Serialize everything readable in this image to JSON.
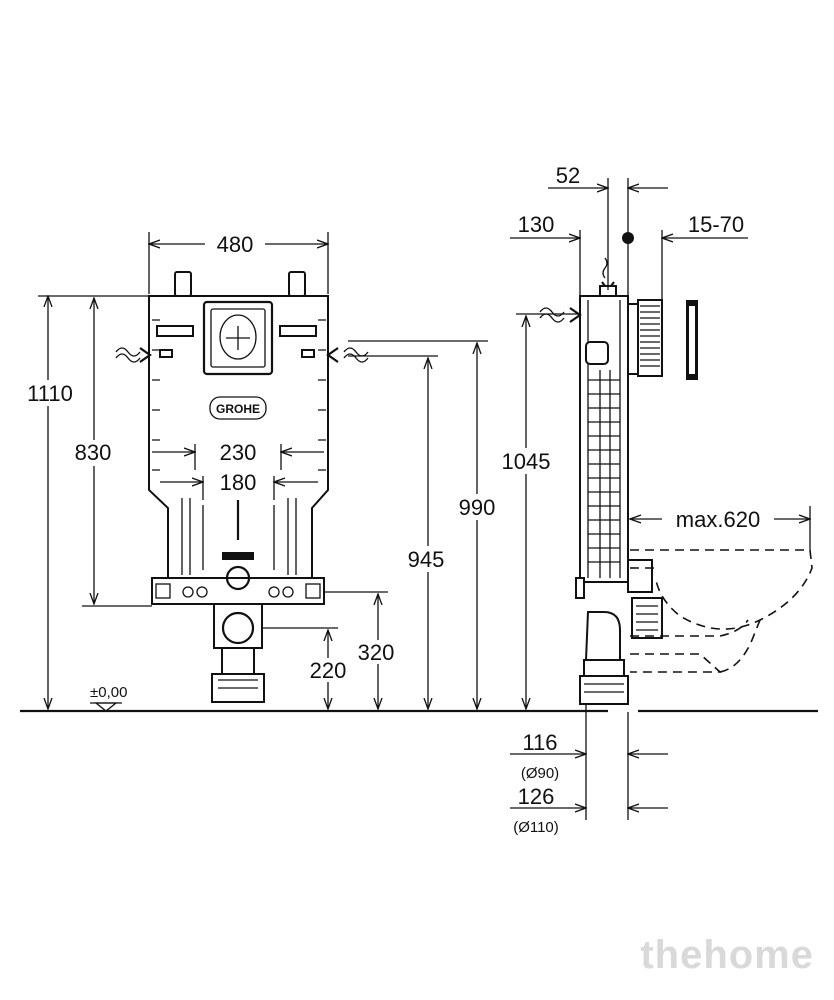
{
  "front_view": {
    "width": "480",
    "height_total": "1110",
    "height_frame": "830",
    "spacing_outer": "230",
    "spacing_inner": "180",
    "height_feet": "945",
    "height_inlet": "990",
    "height_320": "320",
    "height_220": "220",
    "floor_level": "±0,00",
    "brand_logo": "GROHE"
  },
  "side_view": {
    "depth_52": "52",
    "depth_130": "130",
    "adjust_range": "15-70",
    "height_1045": "1045",
    "max_projection": "max.620",
    "pipe_116": "116",
    "pipe_116_diameter": "(Ø90)",
    "pipe_126": "126",
    "pipe_126_diameter": "(Ø110)"
  },
  "watermark": "thehome",
  "colors": {
    "ink": "#111111",
    "paper": "#ffffff",
    "watermark": "#d9d9d9"
  }
}
